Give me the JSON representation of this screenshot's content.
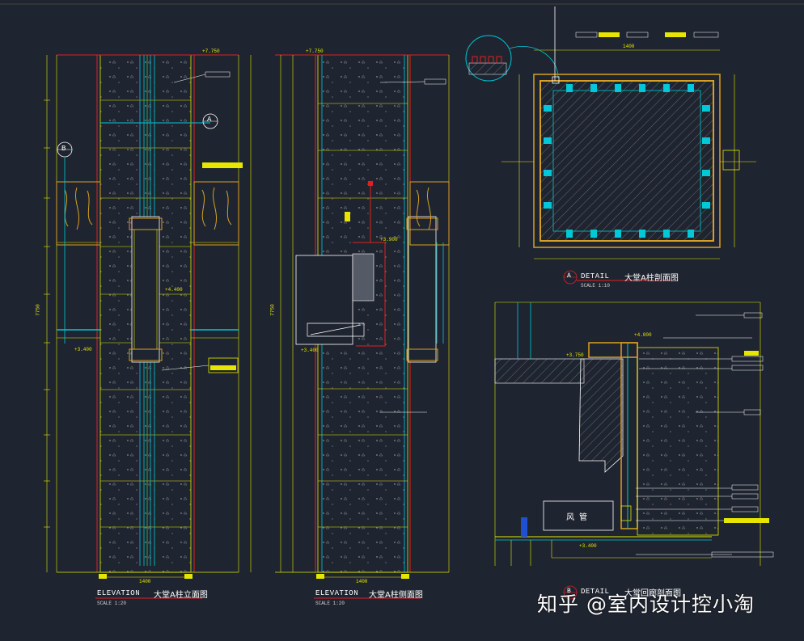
{
  "drawings": [
    {
      "id": "elev-front",
      "code": "ELEVATION",
      "title": "大堂A柱立面图",
      "scale": "SCALE  1:20"
    },
    {
      "id": "elev-side",
      "code": "ELEVATION",
      "title": "大堂A柱侧面图",
      "scale": "SCALE  1:20"
    },
    {
      "id": "detail-a",
      "bubble": "A",
      "code": "DETAIL",
      "title": "大堂A柱剖面图",
      "scale": "SCALE  1:10"
    },
    {
      "id": "detail-b",
      "bubble": "B",
      "code": "DETAIL",
      "title": "大堂回廊剖面图"
    }
  ],
  "section_markers": {
    "a": "A",
    "b": "B"
  },
  "levels": {
    "top_front": "+7.750",
    "top_side": "+7.750",
    "mid_front": "+4.400",
    "low_front": "+3.400",
    "low_side": "+3.400",
    "side_mid": "+3.900",
    "detail_top": "+4.000",
    "detail_mid": "+3.750",
    "detail_low": "+3.400"
  },
  "dimensions": {
    "front_width": "1400",
    "side_width": "1400",
    "detail_width": "1400",
    "front_total": "7750",
    "side_total": "7750"
  },
  "equipment": {
    "duct": "风管"
  },
  "watermark": "知乎 @室内设计控小淘",
  "colors": {
    "bg": "#1f2530",
    "yellow": "#e6e600",
    "cyan": "#00c8d8",
    "red": "#e02020",
    "white": "#ffffff",
    "gold": "#d8a020",
    "green": "#40c040"
  }
}
